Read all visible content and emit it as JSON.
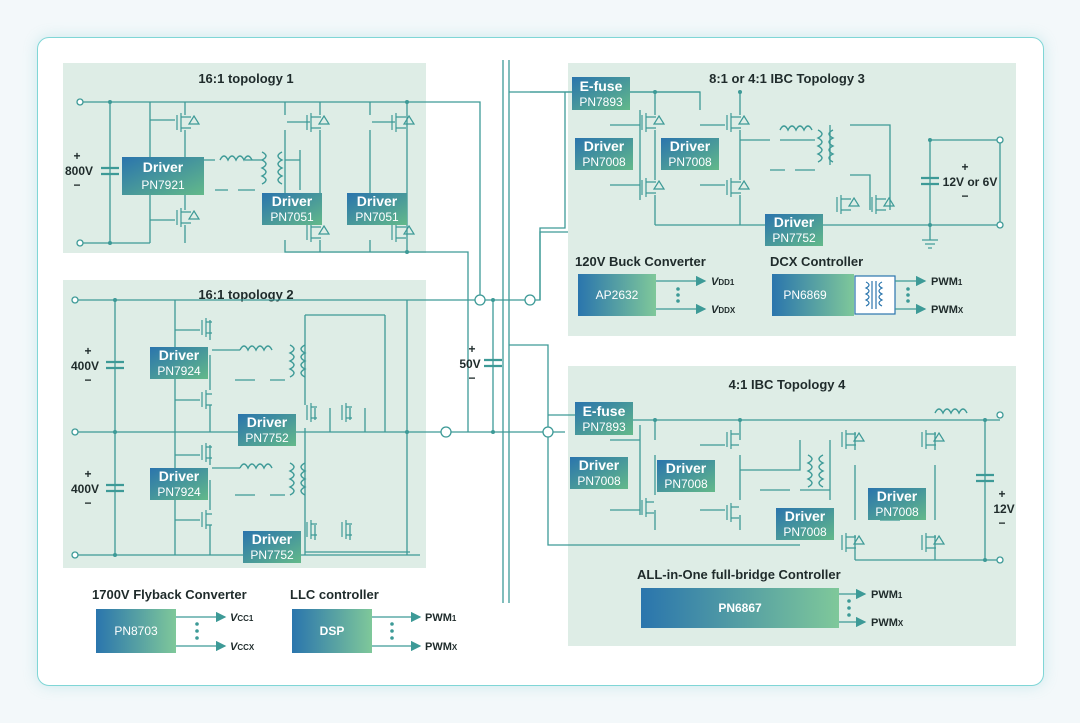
{
  "panels": {
    "t1": "16:1 topology 1",
    "t2": "16:1 topology 2",
    "t3": "8:1 or 4:1  IBC Topology 3",
    "t4": "4:1 IBC Topology 4"
  },
  "drivers": {
    "d1": {
      "label": "Driver",
      "part": "PN7921"
    },
    "d2": {
      "label": "Driver",
      "part": "PN7051"
    },
    "d3": {
      "label": "Driver",
      "part": "PN7051"
    },
    "d4": {
      "label": "Driver",
      "part": "PN7924"
    },
    "d5": {
      "label": "Driver",
      "part": "PN7752"
    },
    "d6": {
      "label": "Driver",
      "part": "PN7924"
    },
    "d7": {
      "label": "Driver",
      "part": "PN7752"
    },
    "d8": {
      "label": "Driver",
      "part": "PN7008"
    },
    "d9": {
      "label": "Driver",
      "part": "PN7008"
    },
    "d10": {
      "label": "Driver",
      "part": "PN7752"
    },
    "d11": {
      "label": "Driver",
      "part": "PN7008"
    },
    "d12": {
      "label": "Driver",
      "part": "PN7008"
    },
    "d13": {
      "label": "Driver",
      "part": "PN7008"
    },
    "d14": {
      "label": "Driver",
      "part": "PN7008"
    }
  },
  "efuses": {
    "e1": {
      "label": "E-fuse",
      "part": "PN7893"
    },
    "e2": {
      "label": "E-fuse",
      "part": "PN7893"
    }
  },
  "voltages": {
    "v800": "800V",
    "v400a": "400V",
    "v400b": "400V",
    "v50": "50V",
    "v12or6": "12V or 6V",
    "v12": "12V",
    "plus": "+",
    "minus": "−"
  },
  "buck": {
    "title": "120V Buck Converter",
    "chip": "AP2632",
    "out1_main": "V",
    "out1_sub": "DD1",
    "out2_main": "V",
    "out2_sub": "DDX"
  },
  "dcx": {
    "title": "DCX Controller",
    "chip": "PN6869",
    "out1_main": "PWM",
    "out1_sub": "1",
    "out2_main": "PWM",
    "out2_sub": "X"
  },
  "flyback": {
    "title": "1700V Flyback Converter",
    "chip": "PN8703",
    "out1_main": "V",
    "out1_sub": "CC1",
    "out2_main": "V",
    "out2_sub": "CCX"
  },
  "llc": {
    "title": "LLC controller",
    "chip": "DSP",
    "out1_main": "PWM",
    "out1_sub": "1",
    "out2_main": "PWM",
    "out2_sub": "X"
  },
  "aio": {
    "title": "ALL-in-One full-bridge Controller",
    "chip": "PN6867",
    "out1_main": "PWM",
    "out1_sub": "1",
    "out2_main": "PWM",
    "out2_sub": "X"
  },
  "colors": {
    "wire": "#3d9a97",
    "panel": "#deede6",
    "accent": "#2a77ae",
    "chip_end": "#74c39a"
  }
}
